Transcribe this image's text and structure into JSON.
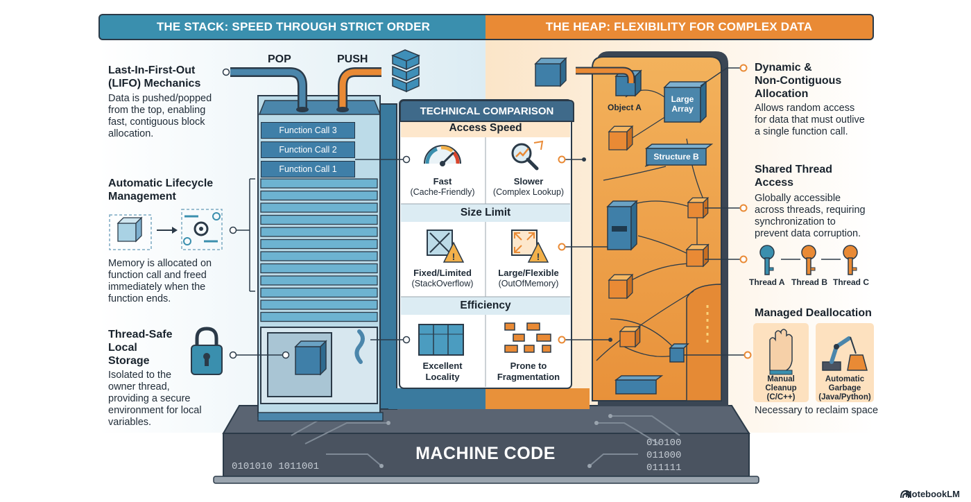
{
  "banners": {
    "stack": "THE STACK: SPEED THROUGH STRICT ORDER",
    "heap": "THE HEAP: FLEXIBILITY FOR COMPLEX DATA"
  },
  "stack_ops": {
    "pop": "POP",
    "push": "PUSH"
  },
  "function_calls": [
    "Function Call 3",
    "Function Call 2",
    "Function Call 1"
  ],
  "left_features": {
    "lifo": {
      "title": "Last-In-First-Out\n(LIFO) Mechanics",
      "desc": "Data is pushed/popped\nfrom the top, enabling\nfast, contiguous block\nallocation."
    },
    "lifecycle": {
      "title": "Automatic Lifecycle\nManagement",
      "desc": "Memory is allocated on\nfunction call and freed\nimmediately when the\nfunction ends."
    },
    "thread_safe": {
      "title": "Thread-Safe\nLocal\nStorage",
      "desc": "Isolated to the\nowner thread,\nproviding a secure\nenvironment for local\nvariables."
    }
  },
  "comparison": {
    "title": "TECHNICAL COMPARISON",
    "sections": [
      {
        "name": "Access Speed",
        "stack": {
          "label": "Fast",
          "sub": "(Cache-Friendly)"
        },
        "heap": {
          "label": "Slower",
          "sub": "(Complex Lookup)"
        }
      },
      {
        "name": "Size Limit",
        "stack": {
          "label": "Fixed/Limited",
          "sub": "(StackOverflow)"
        },
        "heap": {
          "label": "Large/Flexible",
          "sub": "(OutOfMemory)"
        }
      },
      {
        "name": "Efficiency",
        "stack": {
          "label": "Excellent",
          "sub": "Locality"
        },
        "heap": {
          "label": "Prone to",
          "sub": "Fragmentation"
        }
      }
    ]
  },
  "heap_objects": {
    "object_a": "Object A",
    "large_array": "Large\nArray",
    "structure_b": "Structure B"
  },
  "right_features": {
    "dynamic": {
      "title": "Dynamic &\nNon-Contiguous\nAllocation",
      "desc": "Allows random access\nfor data that must outlive\na single function call."
    },
    "shared": {
      "title": "Shared Thread\nAccess",
      "desc": "Globally accessible\nacross threads, requiring\nsynchronization to\nprevent data corruption."
    },
    "threads": [
      "Thread A",
      "Thread B",
      "Thread C"
    ],
    "dealloc": {
      "title": "Managed Deallocation",
      "manual": "Manual\nCleanup\n(C/C++)",
      "auto": "Automatic\nGarbage\n(Java/Python)",
      "note": "Necessary to reclaim space"
    }
  },
  "machine_code": {
    "label": "MACHINE CODE",
    "binary_left": "0101010 1011001",
    "binary_right": [
      "010100",
      "011000",
      "011111"
    ]
  },
  "brand": "NotebookLM",
  "colors": {
    "stack_blue": "#3a8fae",
    "heap_orange": "#e98a35",
    "outline": "#2b3a48",
    "base_gray": "#4a5360"
  }
}
